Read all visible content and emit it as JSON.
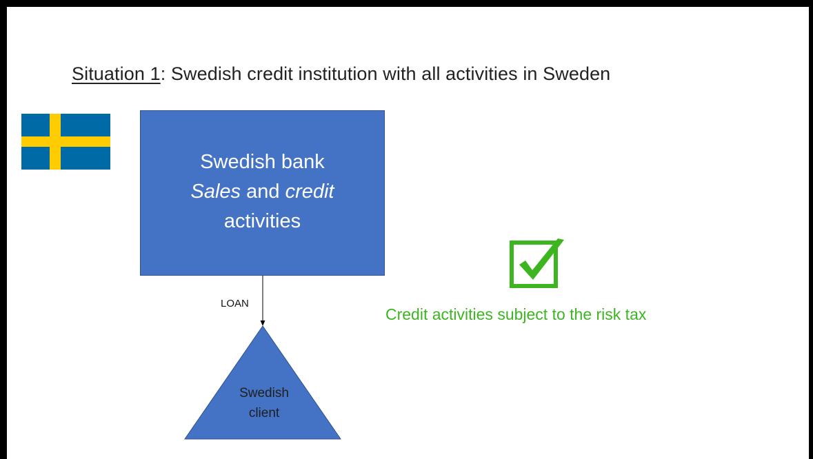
{
  "title": {
    "label": "Situation 1",
    "rest": ": Swedish credit institution with all activities in Sweden"
  },
  "flag": {
    "icon": "swedish-flag-icon",
    "blue": "#006aa7",
    "yellow": "#fecc00"
  },
  "bank_box": {
    "line_1": "Swedish bank",
    "sales": "Sales",
    "and": " and ",
    "credit": "credit",
    "line_3": "activities",
    "fill": "#4472c4"
  },
  "arrow": {
    "label": "LOAN"
  },
  "client": {
    "line_1": "Swedish",
    "line_2": "client",
    "fill": "#4472c4"
  },
  "check": {
    "icon": "checkmark-box-icon",
    "color": "#3cb521"
  },
  "verdict": {
    "text": "Credit activities subject to the risk tax"
  }
}
